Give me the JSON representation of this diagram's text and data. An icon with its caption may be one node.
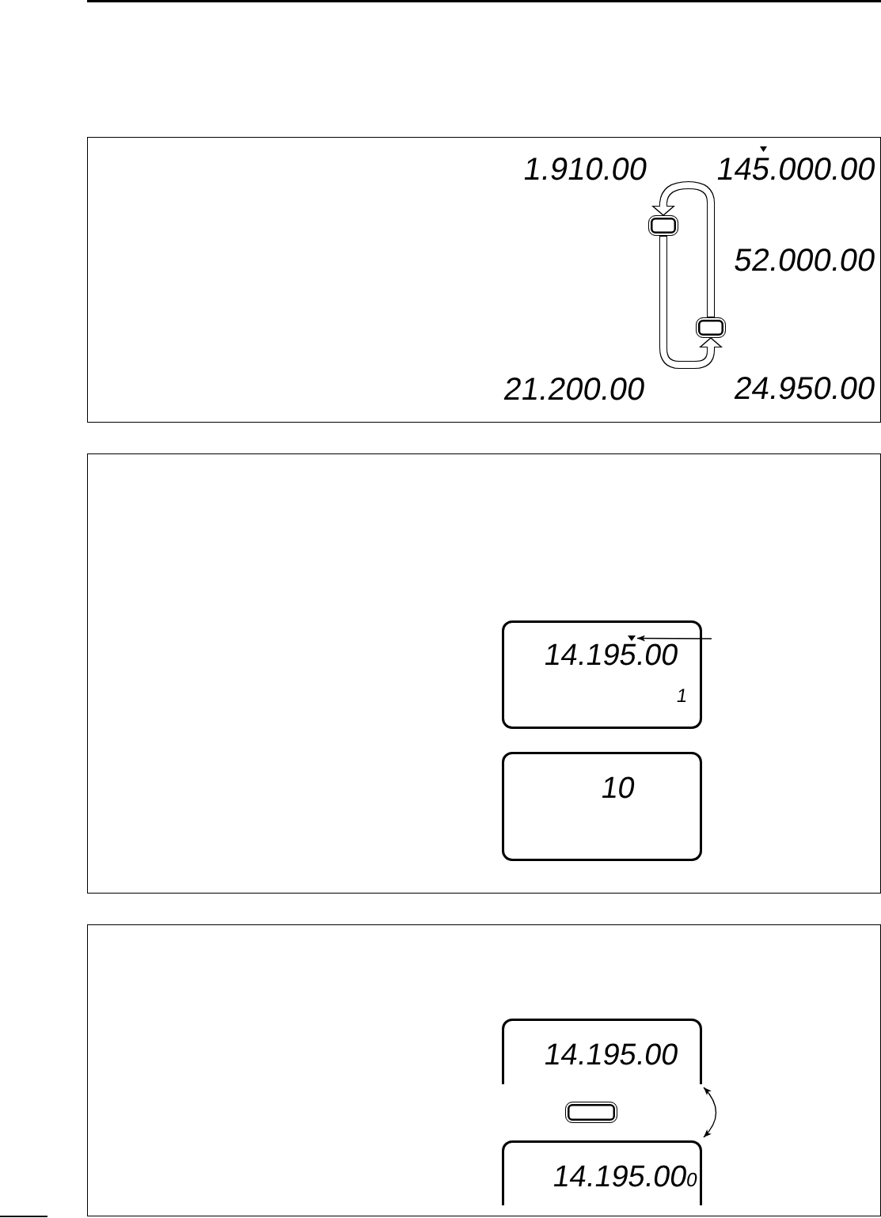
{
  "diagram": {
    "nodes": [
      {
        "text": [],
        "shape": "box"
      },
      {
        "text": [],
        "shape": "box",
        "in": 0
      },
      {
        "text": [],
        "shape": "box",
        "in": 0
      },
      {
        "text": [],
        "shape": "box"
      },
      {
        "text": [
          "14.195.00",
          "1"
        ],
        "in": 3
      },
      {
        "text": [],
        "shape": "triangle",
        "in": 4
      },
      {
        "text": [
          "10"
        ],
        "in": 3
      },
      {
        "text": [],
        "shape": "box"
      },
      {
        "text": [
          "14.195.00"
        ],
        "in": 7
      },
      {
        "text": [],
        "shape": "box",
        "in": 7
      },
      {
        "text": [
          "14.195.00$_{0}$"
        ],
        "in": 7
      }
    ],
    "edges": [
      {
        "from": 2,
        "to": 1,
        "arrow": "to",
        "style": "thick"
      },
      {
        "from": 1,
        "to": 2,
        "arrow": "to",
        "style": "thick"
      },
      {
        "from": null,
        "to": 5,
        "arrow": "to"
      },
      {
        "from": 8,
        "to": 10,
        "arrow": "both"
      }
    ],
    "labels": [
      "1.910.00",
      "145.000.00",
      "52.000.00",
      "21.200.00",
      "24.950.00"
    ]
  }
}
